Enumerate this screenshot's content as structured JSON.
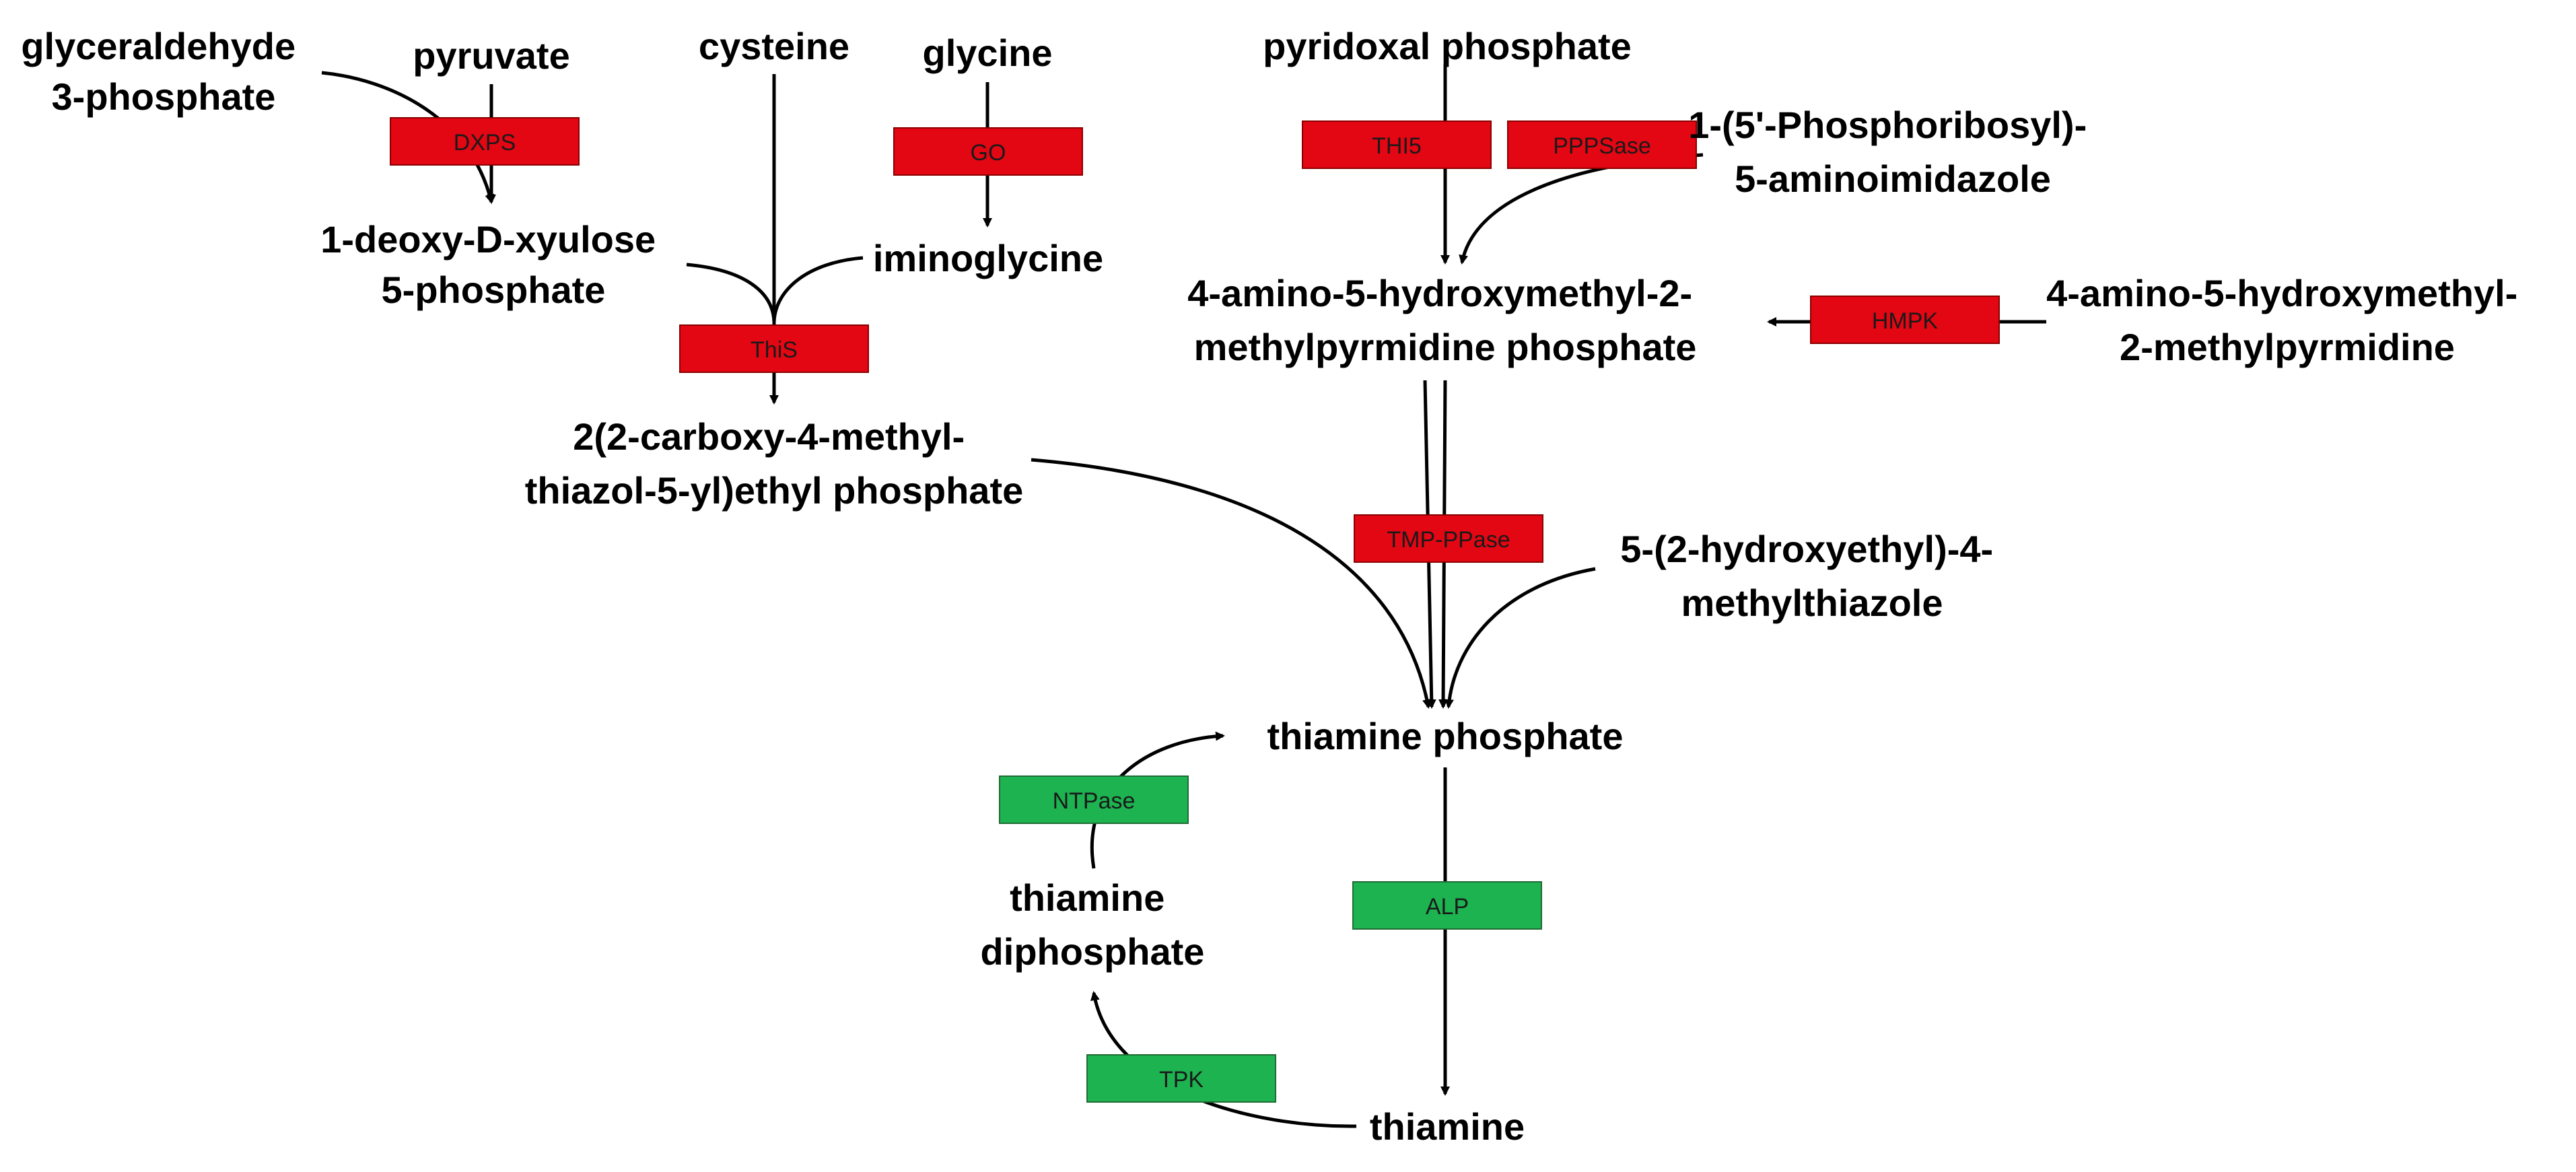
{
  "colors": {
    "feedback_enzyme": "#e30613",
    "salvage_enzyme": "#1db350",
    "line": "#000000",
    "text": "#000000"
  },
  "metabolites": {
    "glyceraldehyde_3_phosphate": [
      "glyceraldehyde",
      "3-phosphate"
    ],
    "pyruvate": [
      "pyruvate"
    ],
    "cysteine": [
      "cysteine"
    ],
    "glycine": [
      "glycine"
    ],
    "deoxy_xylulose_5_phosphate": [
      "1-deoxy-D-xyulose",
      "5-phosphate"
    ],
    "iminoglycine": [
      "iminoglycine"
    ],
    "carboxy_methylthiazolyl_ethyl_phosphate": [
      "2(2-carboxy-4-methyl-",
      "thiazol-5-yl)ethyl phosphate"
    ],
    "pyridoxal_phosphate": [
      "pyridoxal phosphate"
    ],
    "phosphoribosyl_aminoimidazole": [
      "1-(5'-Phosphoribosyl)-",
      "5-aminoimidazole"
    ],
    "hmp_phosphate": [
      "4-amino-5-hydroxymethyl-2-",
      "methylpyrmidine phosphate"
    ],
    "hmp": [
      "4-amino-5-hydroxymethyl-",
      "2-methylpyrmidine"
    ],
    "hydroxyethyl_methylthiazole": [
      "5-(2-hydroxyethyl)-4-",
      "methylthiazole"
    ],
    "thiamine_phosphate": [
      "thiamine phosphate"
    ],
    "thiamine_diphosphate": [
      "thiamine",
      "diphosphate"
    ],
    "thiamine": [
      "thiamine"
    ]
  },
  "enzymes": {
    "dxps": "DXPS",
    "go": "GO",
    "this": "ThiS",
    "thi5": "THI5",
    "pppsase": "PPPSase",
    "hmpk": "HMPK",
    "tmp_ppase": "TMP-PPase",
    "ntpase": "NTPase",
    "alp": "ALP",
    "tpk": "TPK"
  }
}
